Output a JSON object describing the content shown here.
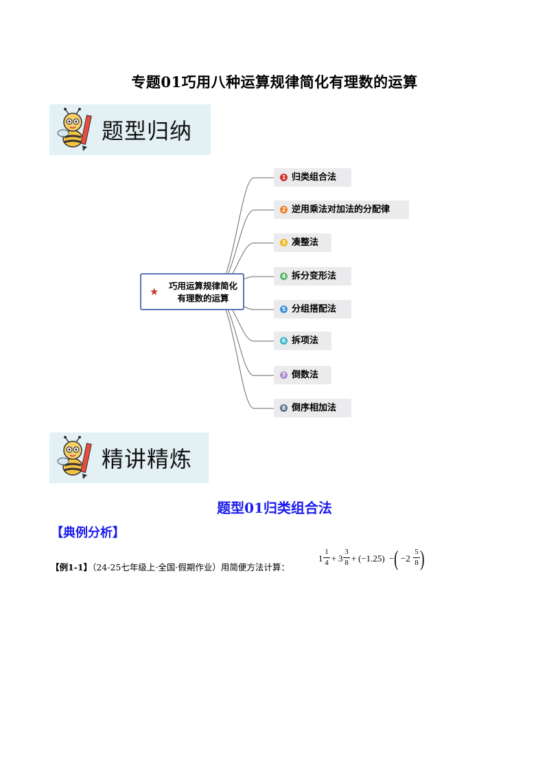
{
  "title": "专题01巧用八种运算规律简化有理数的运算",
  "banner1": {
    "label": "题型归纳"
  },
  "banner2": {
    "label": "精讲精炼"
  },
  "mindmap": {
    "center": [
      "巧用运算规律简化",
      "有理数的运算"
    ],
    "nodes": [
      {
        "num": "1",
        "label": "归类组合法",
        "color": "#d0312d"
      },
      {
        "num": "2",
        "label": "逆用乘法对加法的分配律",
        "color": "#ef7d22"
      },
      {
        "num": "3",
        "label": "凑整法",
        "color": "#f3b51a"
      },
      {
        "num": "4",
        "label": "拆分变形法",
        "color": "#5db46a"
      },
      {
        "num": "5",
        "label": "分组搭配法",
        "color": "#3a8fd6"
      },
      {
        "num": "6",
        "label": "拆项法",
        "color": "#35b8c8"
      },
      {
        "num": "7",
        "label": "倒数法",
        "color": "#a98fd0"
      },
      {
        "num": "8",
        "label": "倒序相加法",
        "color": "#5b6f8c"
      }
    ]
  },
  "section": {
    "title": "题型01归类组合法"
  },
  "analysis_label": "【典例分析】",
  "example": {
    "tag": "【例1-1】",
    "text": "（24-25七年级上·全国·假期作业）用简便方法计算：",
    "formula": {
      "t1_whole": "1",
      "t1_num": "1",
      "t1_den": "4",
      "op1": "+",
      "t2_whole": "3",
      "t2_num": "3",
      "t2_den": "8",
      "op2": "+",
      "t3": "(−1.25)",
      "op3": "−",
      "t4_sign": "−2",
      "t4_num": "5",
      "t4_den": "8"
    }
  }
}
